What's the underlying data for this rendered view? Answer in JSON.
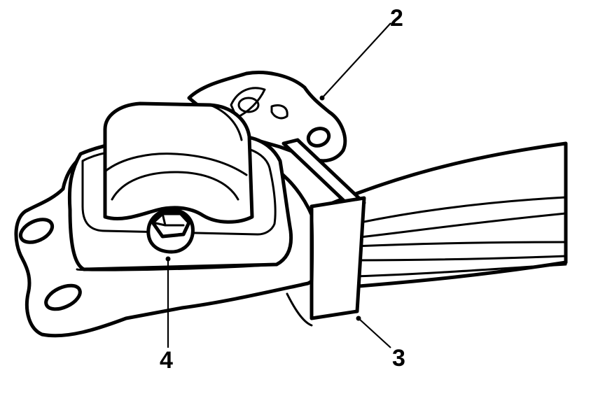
{
  "callouts": [
    {
      "id": "2",
      "label": "2"
    },
    {
      "id": "3",
      "label": "3"
    },
    {
      "id": "4",
      "label": "4"
    }
  ]
}
